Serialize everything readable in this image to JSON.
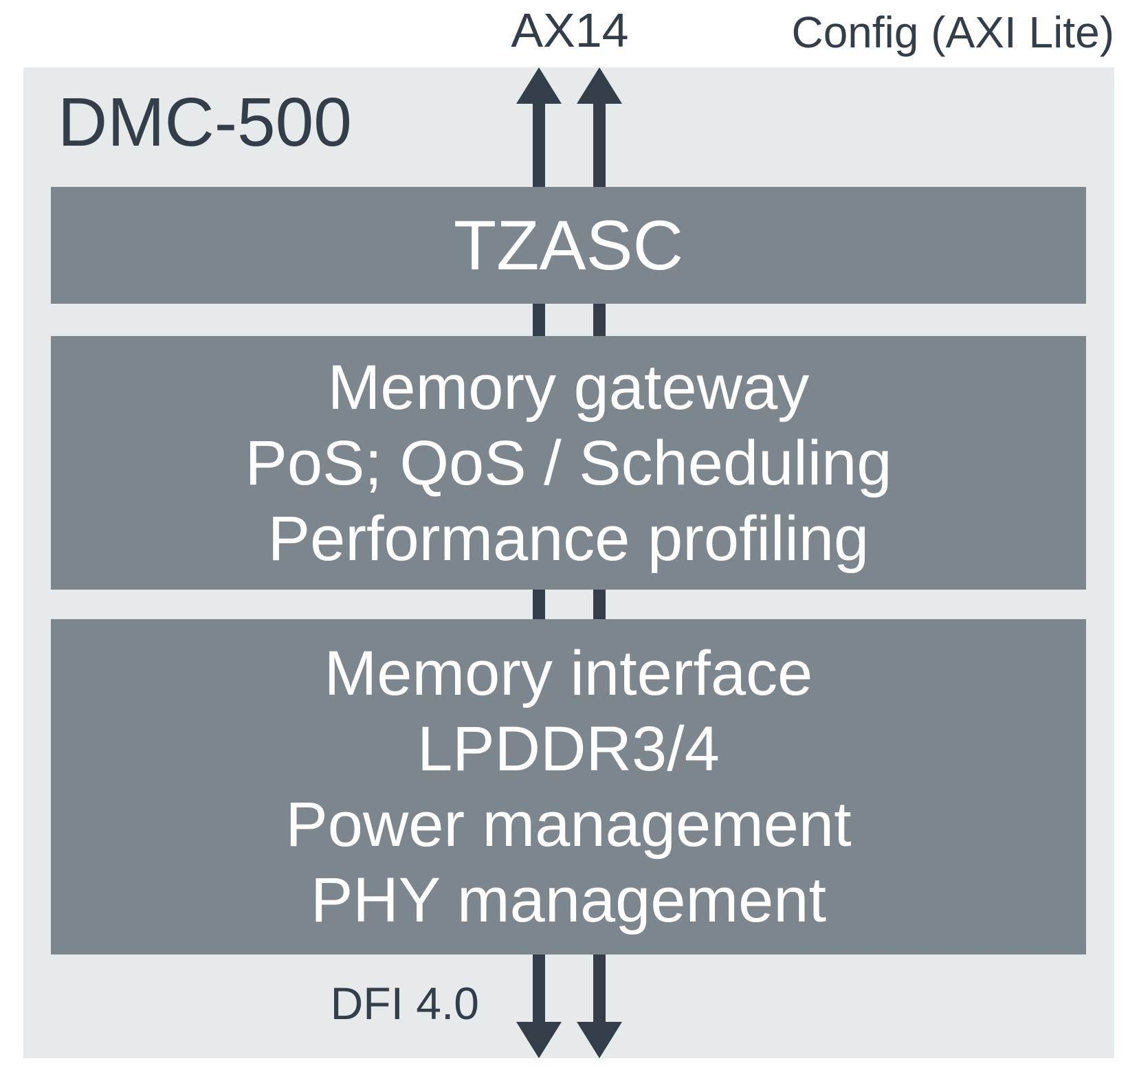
{
  "labels": {
    "top_bus": "AX14",
    "config_port": "Config (AXI Lite)",
    "bottom_bus": "DFI 4.0"
  },
  "diagram": {
    "title": "DMC-500"
  },
  "blocks": [
    {
      "id": "tzasc",
      "lines": [
        "TZASC"
      ]
    },
    {
      "id": "memory-gateway",
      "lines": [
        "Memory gateway",
        "PoS; QoS / Scheduling",
        "Performance profiling"
      ]
    },
    {
      "id": "memory-interface",
      "lines": [
        "Memory interface",
        "LPDDR3/4",
        "Power management",
        "PHY management"
      ]
    }
  ],
  "colors": {
    "panel_background": "#e6eaea",
    "block_background": "#7e868d",
    "dark_accent": "#333e49",
    "block_text": "#ffffff"
  }
}
